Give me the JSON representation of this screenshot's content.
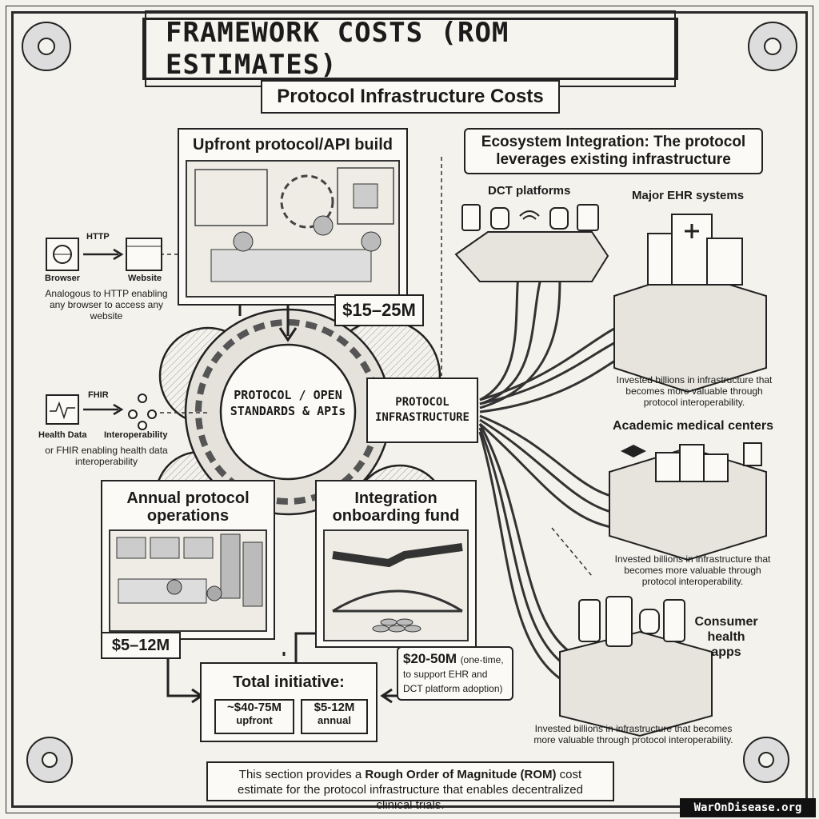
{
  "title": "FRAMEWORK COSTS (ROM ESTIMATES)",
  "subtitle": "Protocol Infrastructure Costs",
  "upfront": {
    "title": "Upfront protocol/API build",
    "price": "$15–25M"
  },
  "http_analogy": {
    "arrow_label": "HTTP",
    "left": "Browser",
    "right": "Website",
    "caption": "Analogous to HTTP enabling any browser to access any website"
  },
  "fhir_analogy": {
    "arrow_label": "FHIR",
    "left": "Health Data",
    "right": "Interoperability",
    "caption": "or FHIR enabling health data interoperability"
  },
  "hub": {
    "gear_text": "PROTOCOL / OPEN STANDARDS & APIs",
    "infra_text": "PROTOCOL INFRASTRUCTURE"
  },
  "annual": {
    "title": "Annual protocol operations",
    "price": "$5–12M"
  },
  "onboarding": {
    "title": "Integration onboarding fund",
    "price": "$20-50M",
    "note": "(one-time, to support EHR and DCT platform adoption)"
  },
  "total": {
    "title": "Total initiative:",
    "upfront_value": "~$40-75M",
    "upfront_label": "upfront",
    "annual_value": "$5-12M",
    "annual_label": "annual"
  },
  "ecosystem": {
    "title": "Ecosystem Integration: The protocol leverages existing infrastructure",
    "dct": "DCT platforms",
    "ehr": "Major EHR systems",
    "ehr_caption": "Invested billions in infrastructure that becomes more valuable through protocol interoperability.",
    "amc": "Academic medical centers",
    "amc_caption": "Invested billions in infrastructure that becomes more valuable through protocol interoperability.",
    "consumer": "Consumer health apps",
    "consumer_caption": "Invested billions in infrastructure that becomes more valuable through protocol interoperability."
  },
  "footer": {
    "prefix": "This section provides a ",
    "bold": "Rough Order of Magnitude (ROM)",
    "suffix": " cost estimate for the protocol infrastructure that enables decentralized clinical trials."
  },
  "watermark": "WarOnDisease.org"
}
